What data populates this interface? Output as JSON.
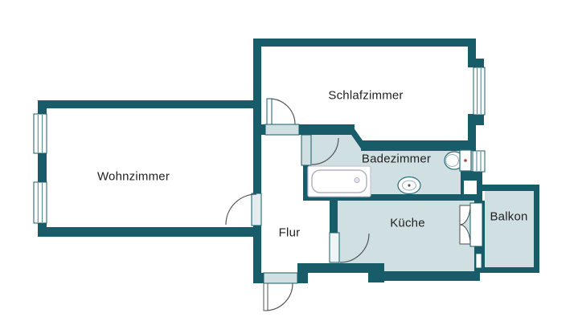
{
  "floorplan": {
    "type": "apartment-floorplan",
    "rooms": {
      "wohnzimmer": {
        "label": "Wohnzimmer"
      },
      "schlafzimmer": {
        "label": "Schlafzimmer"
      },
      "badezimmer": {
        "label": "Badezimmer"
      },
      "flur": {
        "label": "Flur"
      },
      "kueche": {
        "label": "Küche"
      },
      "balkon": {
        "label": "Balkon"
      }
    },
    "fixtures": [
      "bathtub",
      "washbasin",
      "toilet",
      "entrance-door",
      "balcony-double-door",
      "windows"
    ],
    "colors": {
      "wall": "#175c68",
      "room_fill": "#cfdfe2",
      "background": "#ffffff",
      "door_arc": "#555555",
      "fixture_outline": "#2a6a76"
    }
  }
}
